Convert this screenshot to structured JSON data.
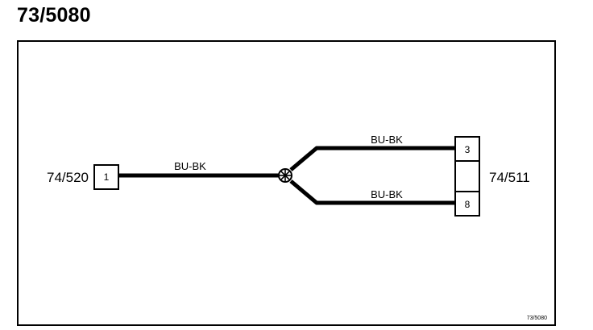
{
  "title": "73/5080",
  "footer_ref": "73/5080",
  "left_connector": {
    "name": "74/520",
    "pin": "1"
  },
  "right_connector": {
    "name": "74/511",
    "pins": [
      "3",
      "8"
    ]
  },
  "wires": {
    "main": "BU-BK",
    "upper_branch": "BU-BK",
    "lower_branch": "BU-BK"
  },
  "colors": {
    "wire": "#000000",
    "frame": "#000000",
    "background": "#ffffff"
  }
}
